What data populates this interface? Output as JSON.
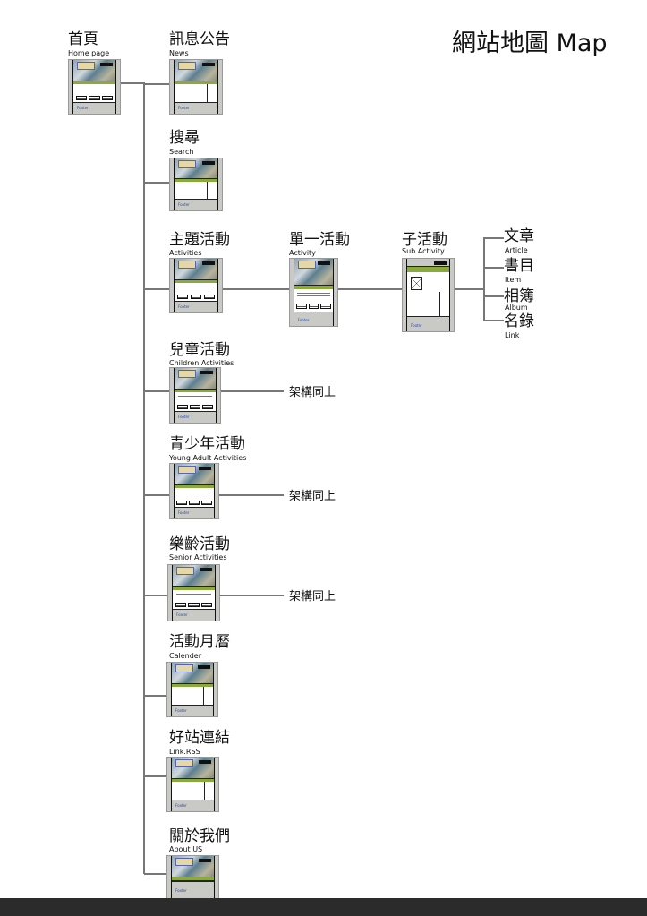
{
  "title": "網站地圖 Map",
  "root": {
    "label": "首頁",
    "sublabel": "Home page"
  },
  "pages": [
    {
      "label": "訊息公告",
      "sublabel": "News"
    },
    {
      "label": "搜尋",
      "sublabel": "Search"
    },
    {
      "label": "主題活動",
      "sublabel": "Activities"
    },
    {
      "label": "兒童活動",
      "sublabel": "Children Activities"
    },
    {
      "label": "青少年活動",
      "sublabel": "Young Adult  Activities"
    },
    {
      "label": "樂齡活動",
      "sublabel": "Senior  Activities"
    },
    {
      "label": "活動月曆",
      "sublabel": "Calender"
    },
    {
      "label": "好站連結",
      "sublabel": "Link.RSS"
    },
    {
      "label": "關於我們",
      "sublabel": "About US"
    }
  ],
  "activity": {
    "label": "單一活動",
    "sublabel": "Activity"
  },
  "sub_activity": {
    "label": "子活動",
    "sublabel": "Sub Activity"
  },
  "sub_items": [
    {
      "label": "文章",
      "sublabel": "Article"
    },
    {
      "label": "書目",
      "sublabel": "Item"
    },
    {
      "label": "相簿",
      "sublabel": "Album"
    },
    {
      "label": "名錄",
      "sublabel": "Link"
    }
  ],
  "same_structure_note": "架構同上",
  "thumbnail": {
    "footer": "Footer"
  }
}
